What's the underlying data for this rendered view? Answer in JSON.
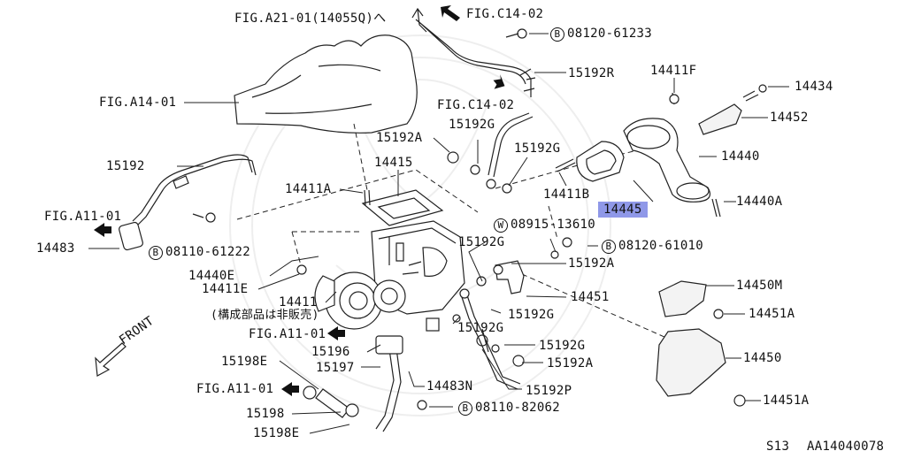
{
  "labels": {
    "fig_a21": "FIG.A21-01(14055Q)へ",
    "fig_c14_top": "FIG.C14-02",
    "bolt_61233": "08120-61233",
    "p15192R": "15192R",
    "p14411F": "14411F",
    "p14434": "14434",
    "fig_a14": "FIG.A14-01",
    "fig_c14_mid": "FIG.C14-02",
    "p14452": "14452",
    "p15192G_a": "15192G",
    "p15192A_a": "15192A",
    "p15192G_b": "15192G",
    "p14440": "14440",
    "p15192": "15192",
    "p14415": "14415",
    "p14411A": "14411A",
    "p14411B": "14411B",
    "p14445": "14445",
    "p14440A": "14440A",
    "fig_a11_left": "FIG.A11-01",
    "washer_13610": "08915-13610",
    "p14483": "14483",
    "bolt_61222": "08110-61222",
    "p15192G_c": "15192G",
    "bolt_61010": "08120-61010",
    "p15192A_b": "15192A",
    "p14440E": "14440E",
    "p14411E": "14411E",
    "p14451": "14451",
    "p14450M": "14450M",
    "p14411": "14411",
    "p14411_note": "(構成部品は非販売)",
    "p15192G_d": "15192G",
    "p14451A_a": "14451A",
    "fig_a11_mid": "FIG.A11-01",
    "p15192G_e": "15192G",
    "p15192G_f": "15192G",
    "p15196": "15196",
    "p15192A_c": "15192A",
    "p14450": "14450",
    "p15198E_a": "15198E",
    "p15197": "15197",
    "fig_a11_bottom": "FIG.A11-01",
    "p14483N": "14483N",
    "p15192P": "15192P",
    "p14451A_b": "14451A",
    "p15198": "15198",
    "bolt_82062": "08110-82062",
    "p15198E_b": "15198E",
    "front": "FRONT",
    "page_code": "S13",
    "diagram_code": "AA14040078",
    "circle_b": "B",
    "circle_w": "W"
  }
}
